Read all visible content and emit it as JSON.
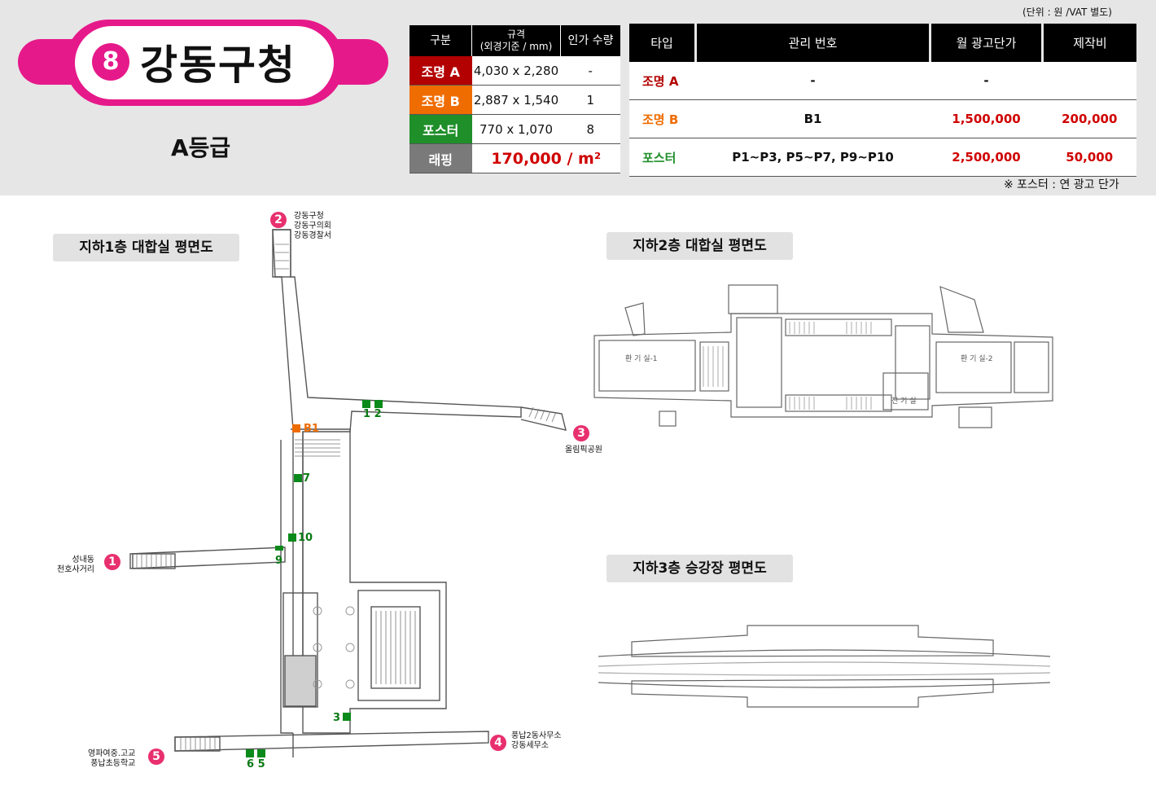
{
  "header": {
    "unit_note": "(단위 : 원 /VAT 별도)",
    "station_number": "8",
    "station_name": "강동구청",
    "grade": "A등급"
  },
  "spec_table": {
    "headers": [
      "구분",
      "규격\n(외경기준 / mm)",
      "인가 수량"
    ],
    "rows": [
      {
        "label": "조명 A",
        "size": "4,030 x 2,280",
        "qty": "-"
      },
      {
        "label": "조명 B",
        "size": "2,887 x 1,540",
        "qty": "1"
      },
      {
        "label": "포스터",
        "size": "770 x 1,070",
        "qty": "8"
      }
    ],
    "wrap_label": "래핑",
    "wrap_price": "170,000 / m²"
  },
  "price_table": {
    "headers": [
      "타입",
      "관리 번호",
      "월 광고단가",
      "제작비"
    ],
    "rows": [
      {
        "type": "조명 A",
        "code": "-",
        "monthly": "-",
        "production": ""
      },
      {
        "type": "조명 B",
        "code": "B1",
        "monthly": "1,500,000",
        "production": "200,000"
      },
      {
        "type": "포스터",
        "code": "P1~P3, P5~P7, P9~P10",
        "monthly": "2,500,000",
        "production": "50,000"
      }
    ],
    "footnote": "※ 포스터 : 연 광고 단가"
  },
  "sections": {
    "b1": "지하1층 대합실 평면도",
    "b2": "지하2층 대합실 평면도",
    "b3": "지하3층 승강장 평면도"
  },
  "exits": [
    {
      "num": "1",
      "text": "성내동\n천호사거리"
    },
    {
      "num": "2",
      "text": "강동구청\n강동구의회\n강동경찰서"
    },
    {
      "num": "3",
      "text": "올림픽공원"
    },
    {
      "num": "4",
      "text": "풍납2동사무소\n강동세무소"
    },
    {
      "num": "5",
      "text": "영파여중.고교\n풍납초등학교"
    }
  ],
  "positions": {
    "b1": "B1",
    "p12": "1 2",
    "p7": "7",
    "p10": "10",
    "p9": "9",
    "p3": "3",
    "p65": "6 5"
  },
  "colors": {
    "accent_pink": "#e6198a",
    "light_a": "#b30000",
    "light_b": "#ef6c00",
    "poster": "#1f8f2a",
    "price_red": "#d00000"
  }
}
